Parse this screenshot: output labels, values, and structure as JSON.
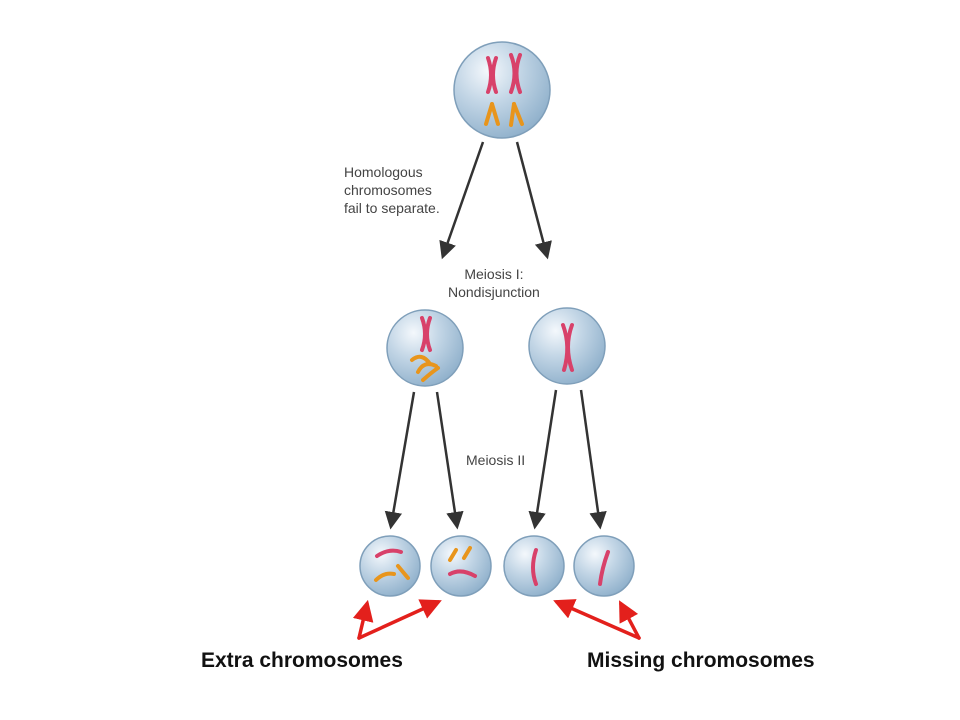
{
  "labels": {
    "homologous_fail": "Homologous\nchromosomes\nfail to separate.",
    "meiosis1": "Meiosis I:\nNondisjunction",
    "meiosis2": "Meiosis II",
    "extra": "Extra chromosomes",
    "missing": "Missing chromosomes"
  },
  "colors": {
    "cell_fill": "#aec6dc",
    "cell_edge": "#7f9fba",
    "red_chromosome": "#d8416a",
    "orange_chromosome": "#e8951c",
    "arrow_black": "#333333",
    "arrow_red": "#e3201c"
  }
}
